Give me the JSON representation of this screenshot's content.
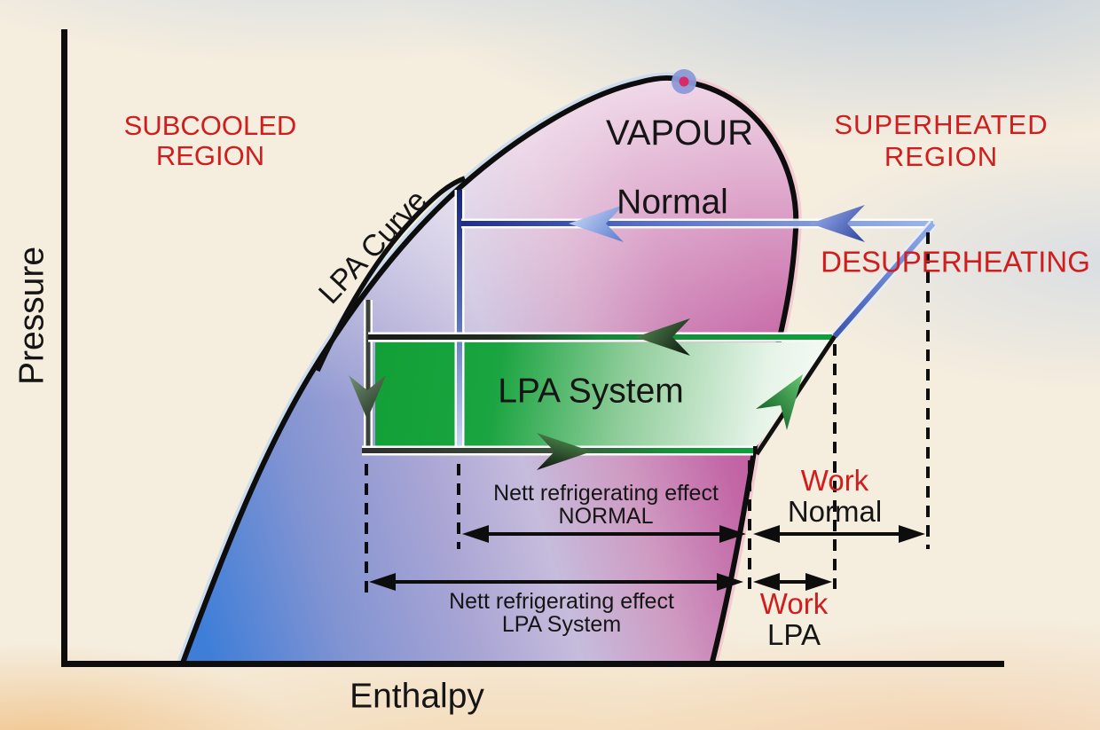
{
  "axes": {
    "x_label": "Enthalpy",
    "y_label": "Pressure"
  },
  "regions": {
    "subcooled_line1": "SUBCOOLED",
    "subcooled_line2": "REGION",
    "vapour": "VAPOUR",
    "superheated_line1": "SUPERHEATED",
    "superheated_line2": "REGION",
    "desuperheating": "DESUPERHEATING"
  },
  "curves": {
    "lpa_curve": "LPA Curve"
  },
  "cycles": {
    "normal": "Normal",
    "lpa_system": "LPA System"
  },
  "annotations": {
    "nett_normal_line1": "Nett refrigerating effect",
    "nett_normal_line2": "NORMAL",
    "nett_lpa_line1": "Nett refrigerating effect",
    "nett_lpa_line2": "LPA System",
    "work_normal_line1": "Work",
    "work_normal_line2": "Normal",
    "work_lpa_line1": "Work",
    "work_lpa_line2": "LPA"
  },
  "colors": {
    "label_red": "#d01d1d",
    "label_black": "#151515",
    "normal_cycle_blue": "#4a69c8",
    "lpa_cycle_green": "#12a037",
    "dome_blue": "#3e7ed8",
    "dome_magenta": "#bd4f97",
    "critical_point_outer": "#8b99d8",
    "critical_point_inner": "#d92a68"
  }
}
